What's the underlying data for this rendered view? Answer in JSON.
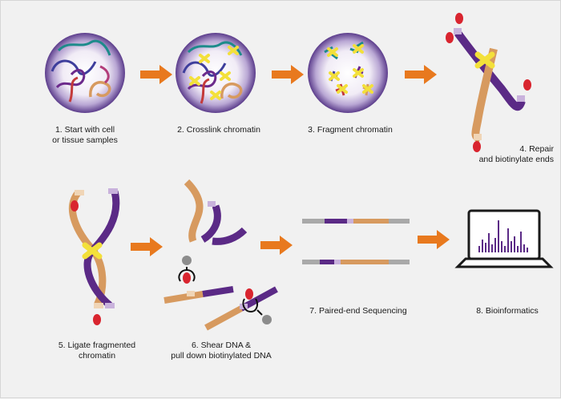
{
  "colors": {
    "background": "#f1f1f1",
    "arrow": "#e8791e",
    "purple_strand": "#5b2a86",
    "tan_strand": "#d79a5f",
    "crosslink": "#f3e03a",
    "biotin": "#d9252f",
    "read_gray": "#a9a9a9"
  },
  "steps": [
    {
      "id": "1",
      "label": "1. Start with cell\nor tissue samples"
    },
    {
      "id": "2",
      "label": "2. Crosslink chromatin"
    },
    {
      "id": "3",
      "label": "3. Fragment chromatin"
    },
    {
      "id": "4",
      "label": "4. Repair\nand biotinylate ends"
    },
    {
      "id": "5",
      "label": "5. Ligate fragmented\nchromatin"
    },
    {
      "id": "6",
      "label": "6. Shear DNA &\npull down biotinylated DNA"
    },
    {
      "id": "7",
      "label": "7. Paired-end Sequencing"
    },
    {
      "id": "8",
      "label": "8. Bioinformatics"
    }
  ],
  "icons": {
    "arrow": "right-arrow-icon",
    "laptop": "laptop-icon"
  }
}
